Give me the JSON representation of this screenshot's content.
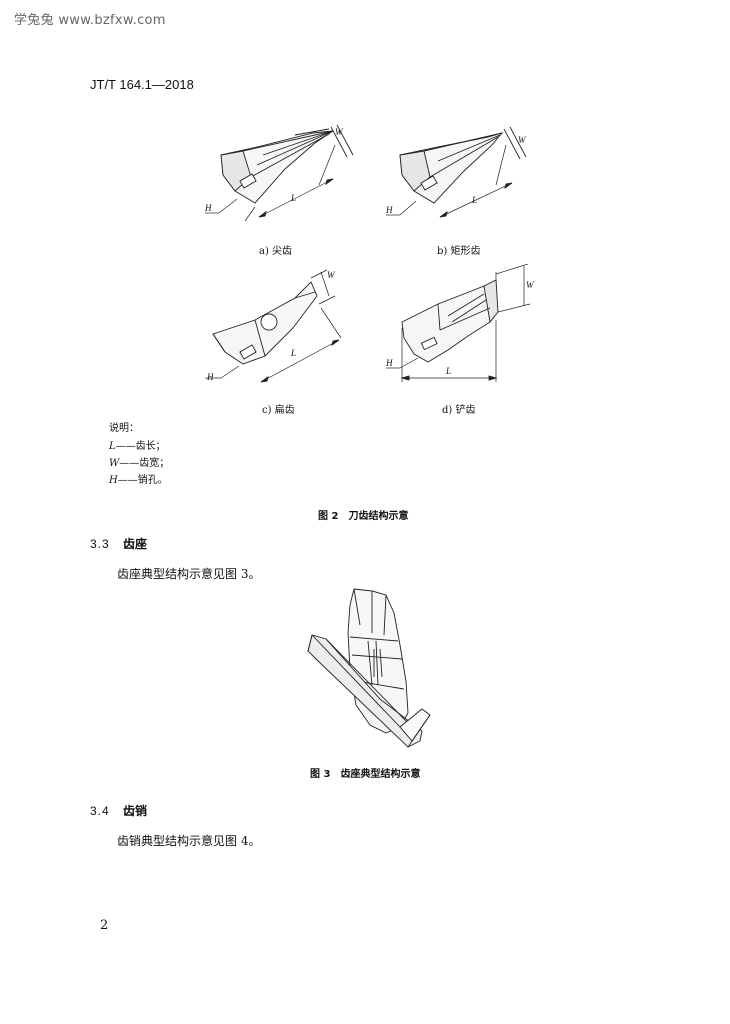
{
  "watermark": "学兔兔 www.bzfxw.com",
  "header": {
    "doc_number": "JT/T 164.1—2018"
  },
  "figure2": {
    "subfigures": [
      {
        "caption": "a) 尖齿",
        "dim_w": "W",
        "dim_l": "L",
        "dim_h": "H"
      },
      {
        "caption": "b) 矩形齿",
        "dim_w": "W",
        "dim_l": "L",
        "dim_h": "H"
      },
      {
        "caption": "c) 扁齿",
        "dim_w": "W",
        "dim_l": "L",
        "dim_h": "H"
      },
      {
        "caption": "d) 铲齿",
        "dim_w": "W",
        "dim_l": "L",
        "dim_h": "H"
      }
    ],
    "legend": {
      "title": "说明：",
      "items": [
        {
          "sym": "L",
          "text": "——齿长；"
        },
        {
          "sym": "W",
          "text": "——齿宽；"
        },
        {
          "sym": "H",
          "text": "——销孔。"
        }
      ]
    },
    "title": "图 2　刀齿结构示意"
  },
  "section_3_3": {
    "number": "3.3",
    "title": "齿座",
    "text": "齿座典型结构示意见图 3。"
  },
  "figure3": {
    "title": "图 3　齿座典型结构示意"
  },
  "section_3_4": {
    "number": "3.4",
    "title": "齿销",
    "text": "齿销典型结构示意见图 4。"
  },
  "page_number": "2"
}
